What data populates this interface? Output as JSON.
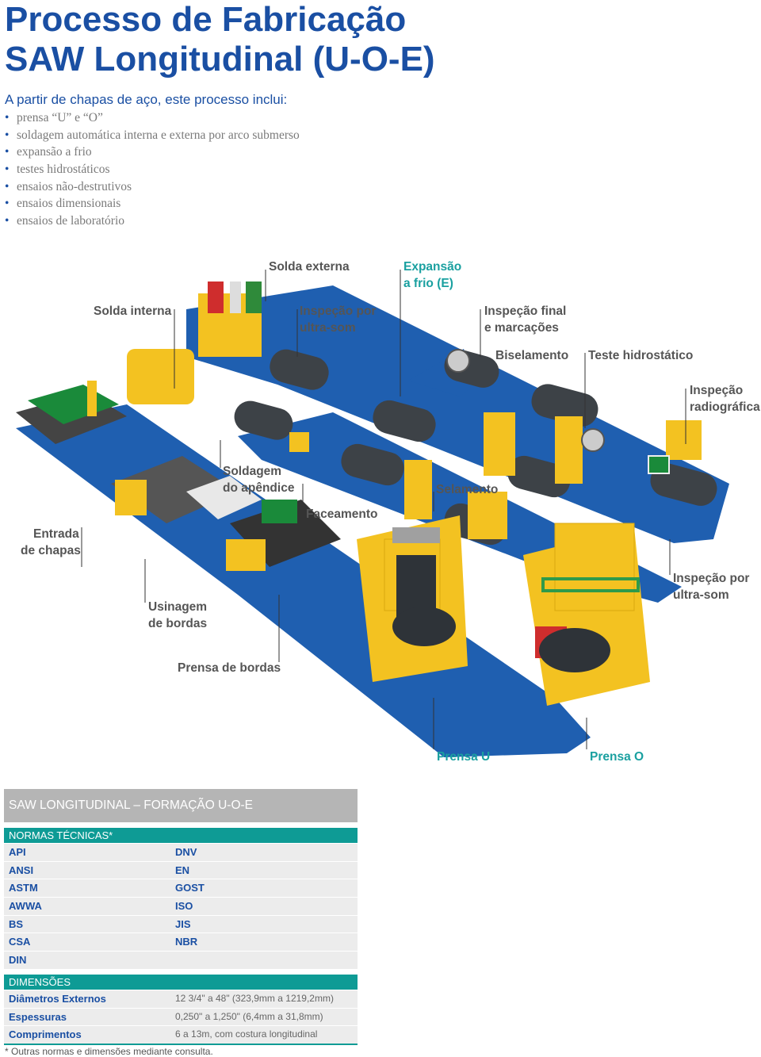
{
  "header": {
    "title_line1": "Processo de Fabricação",
    "title_line2": "SAW Longitudinal (U-O-E)",
    "intro": "A partir de chapas de aço, este processo inclui:",
    "bullets": [
      "prensa “U” e “O”",
      "soldagem automática interna e externa por arco submerso",
      "expansão a frio",
      "testes hidrostáticos",
      "ensaios não-destrutivos",
      "ensaios dimensionais",
      "ensaios de laboratório"
    ]
  },
  "diagram": {
    "labels": {
      "solda_externa": "Solda externa",
      "expansao_1": "Expansão",
      "expansao_2": "a frio (E)",
      "solda_interna": "Solda interna",
      "inspecao_us_1": "Inspeção por",
      "inspecao_us_2": "ultra-som",
      "inspecao_final_1": "Inspeção final",
      "inspecao_final_2": "e marcações",
      "biselamento": "Biselamento",
      "teste_hidro": "Teste hidrostático",
      "radio_1": "Inspeção",
      "radio_2": "radiográfica",
      "soldagem_ap_1": "Soldagem",
      "soldagem_ap_2": "do apêndice",
      "selamento": "Selamento",
      "faceamento": "Faceamento",
      "entrada_1": "Entrada",
      "entrada_2": "de chapas",
      "inspecao_us2_1": "Inspeção por",
      "inspecao_us2_2": "ultra-som",
      "usinagem_1": "Usinagem",
      "usinagem_2": "de bordas",
      "prensa_bordas": "Prensa de bordas",
      "prensa_u": "Prensa U",
      "prensa_o": "Prensa O"
    }
  },
  "table": {
    "title": "SAW LONGITUDINAL – FORMAÇÃO U-O-E",
    "normas_label": "NORMAS TÉCNICAS*",
    "normas": [
      [
        "API",
        "DNV"
      ],
      [
        "ANSI",
        "EN"
      ],
      [
        "ASTM",
        "GOST"
      ],
      [
        "AWWA",
        "ISO"
      ],
      [
        "BS",
        "JIS"
      ],
      [
        "CSA",
        "NBR"
      ],
      [
        "DIN",
        ""
      ]
    ],
    "dimensoes_label": "DIMENSÕES",
    "dimensoes": [
      [
        "Diâmetros Externos",
        "12 3/4\" a 48\" (323,9mm a 1219,2mm)"
      ],
      [
        "Espessuras",
        "0,250\" a 1,250\" (6,4mm a 31,8mm)"
      ],
      [
        "Comprimentos",
        "6 a 13m, com costura longitudinal"
      ]
    ],
    "footnote": "* Outras normas e dimensões mediante consulta."
  },
  "colors": {
    "title_blue": "#1a4fa3",
    "teal": "#0e9b95",
    "conveyor_blue": "#1f5fb0",
    "machine_yellow": "#f3c221",
    "pipe_gray": "#3d4247"
  }
}
